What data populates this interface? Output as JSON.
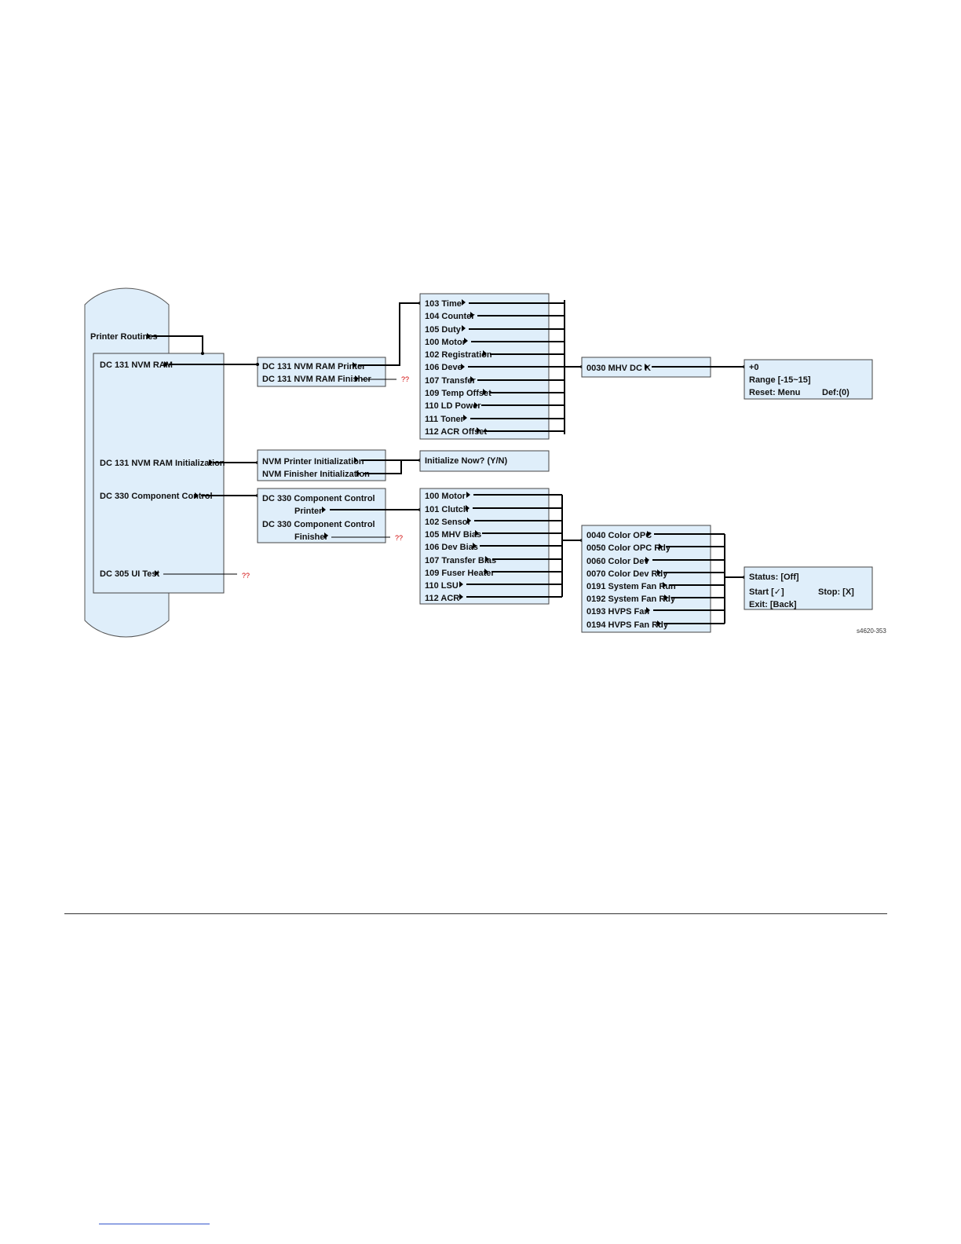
{
  "root": {
    "printer_routines": "Printer Routines",
    "items": [
      "DC 131 NVM RAM",
      "DC 131 NVM RAM Initialization",
      "DC 330 Component Control",
      "DC 305 UI Test"
    ]
  },
  "nvm_ram_menu": [
    "DC 131 NVM RAM Printer",
    "DC 131 NVM RAM Finisher"
  ],
  "nvm_ram_printer_menu": [
    "103 Time",
    "104 Counter",
    "105 Duty",
    "100 Motor",
    "102 Registration",
    "106 Deve",
    "107 Transfer",
    "109 Temp Offset",
    "110 LD Power",
    "111 Toner",
    "112 ACR Offset"
  ],
  "mhv_dc_k": "0030 MHV DC K",
  "mhv_dc_k_detail": {
    "value": "+0",
    "range": "Range [-15~15]",
    "reset": "Reset: Menu",
    "default": "Def:(0)"
  },
  "nvm_init_menu": [
    "NVM Printer Initialization",
    "NVM Finisher Initialization"
  ],
  "init_prompt": "Initialize Now? (Y/N)",
  "component_control_menu": {
    "printer_line1": "DC 330 Component Control",
    "printer_line2": "Printer",
    "finisher_line1": "DC 330 Component Control",
    "finisher_line2": "Finisher"
  },
  "component_printer_menu": [
    "100 Motor",
    "101 Clutch",
    "102 Sensor",
    "105 MHV Bias",
    "106 Dev Bias",
    "107 Transfer Bias",
    "109 Fuser Heater",
    "110 LSU",
    "112 ACR"
  ],
  "component_items": [
    "0040 Color OPC",
    "0050 Color OPC Rdy",
    "0060 Color Dev",
    "0070 Color Dev Rdy",
    "0191 System Fan Run",
    "0192 System Fan Rdy",
    "0193 HVPS Fan",
    "0194 HVPS Fan Rdy"
  ],
  "component_status": {
    "status": "Status: [Off]",
    "start": "Start [✓]",
    "stop": "Stop: [X]",
    "exit": "Exit: [Back]"
  },
  "unknown_marker": "??",
  "figure_ref": "s4620-353"
}
